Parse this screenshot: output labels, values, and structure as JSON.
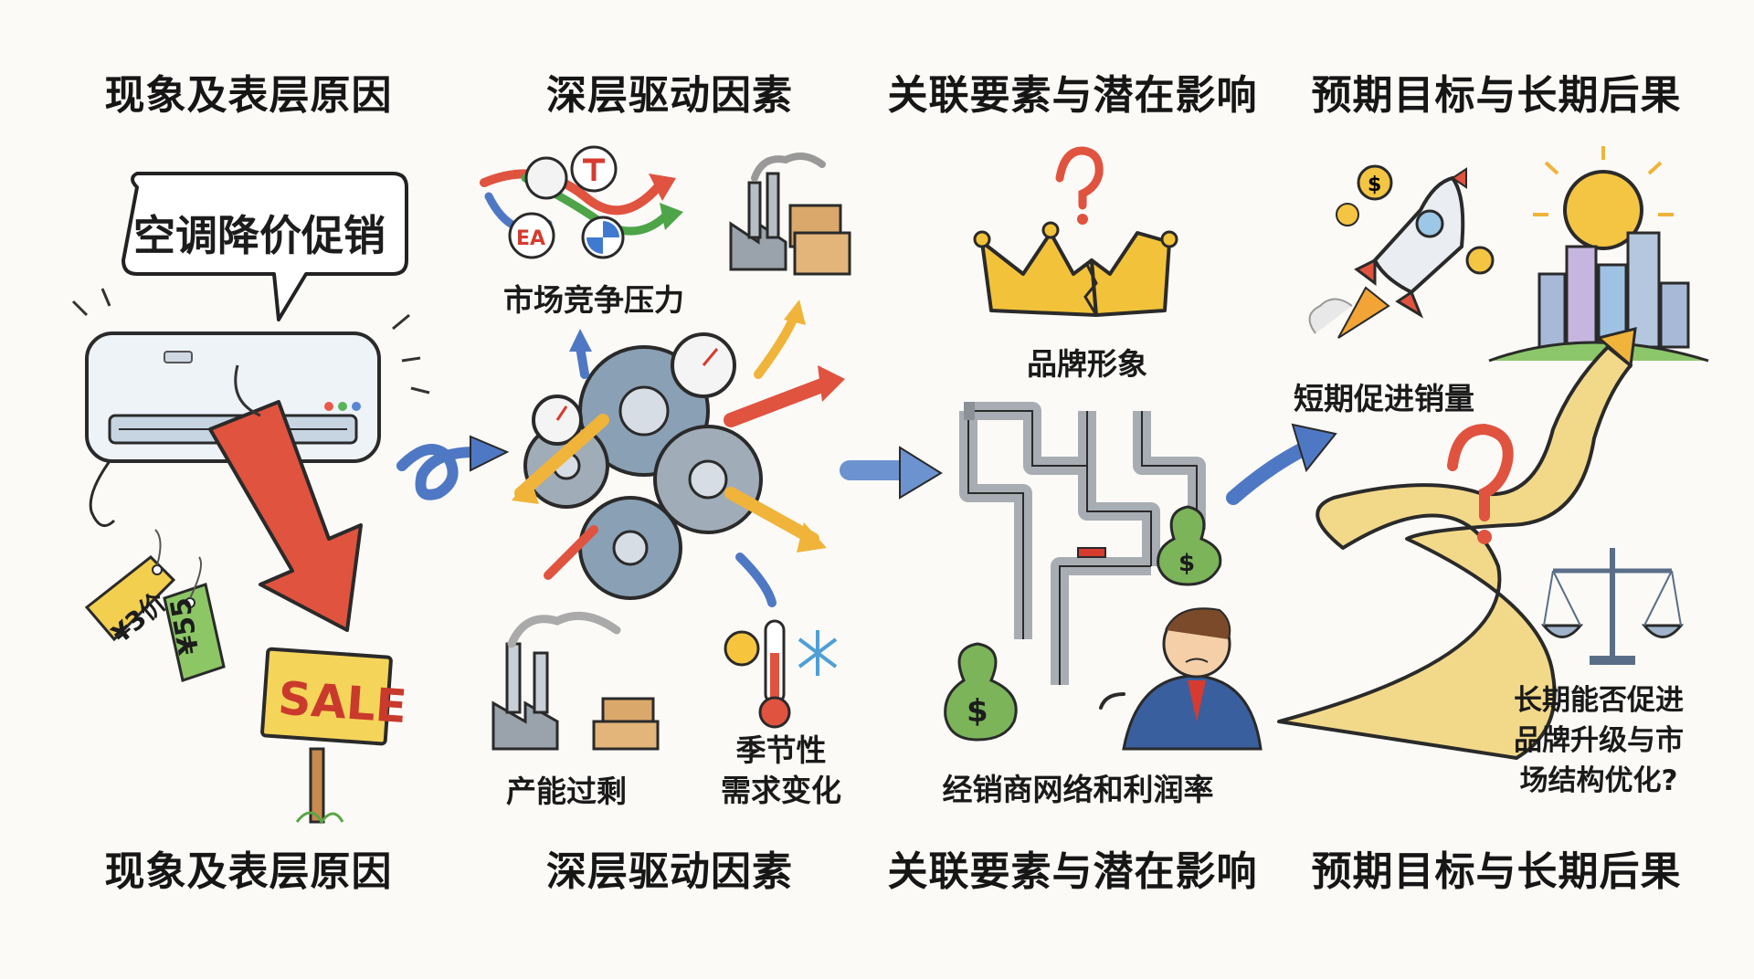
{
  "columns": [
    {
      "top_heading": "现象及表层原因",
      "bottom_heading": "现象及表层原因"
    },
    {
      "top_heading": "深层驱动因素",
      "bottom_heading": "深层驱动因素"
    },
    {
      "top_heading": "关联要素与潜在影响",
      "bottom_heading": "关联要素与潜在影响"
    },
    {
      "top_heading": "预期目标与长期后果",
      "bottom_heading": "预期目标与长期后果"
    }
  ],
  "phenomenon": {
    "bubble_text": "空调降价促销",
    "price_tags": [
      "¥3价",
      "¥55"
    ],
    "sale_sign": "SALE"
  },
  "drivers": {
    "competition": "市场竞争压力",
    "overcapacity": "产能过剩",
    "seasonal": "季节性\n需求变化",
    "brand_logos": [
      "EA"
    ]
  },
  "related": {
    "brand_image": "品牌形象",
    "dealer_network": "经销商网络和利润率"
  },
  "outcomes": {
    "short_term": "短期促进销量",
    "long_term": "长期能否促进\n品牌升级与市\n场结构优化?"
  },
  "colors": {
    "arrow_red": "#e0533f",
    "arrow_blue": "#4f78c4",
    "arrow_yellow": "#f0b43a",
    "arrow_green": "#4da548",
    "gear": "#8aa0b5",
    "crown": "#f2c33a",
    "pipe": "#a8adb3",
    "money": "#7cb45a",
    "road": "#f2d98a"
  }
}
